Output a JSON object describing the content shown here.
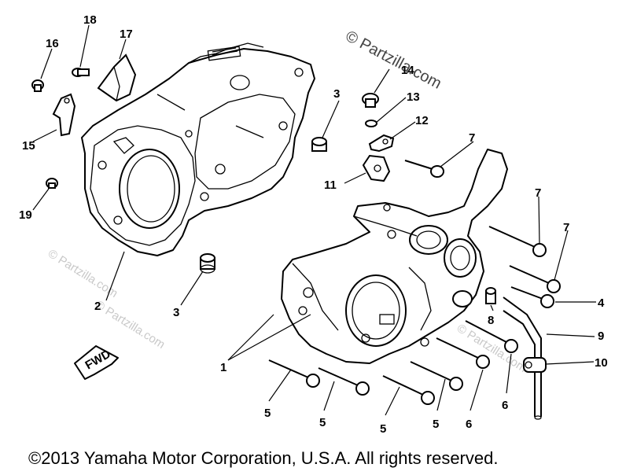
{
  "watermark_main": "© Partzilla.com",
  "watermark_faint": "© Partzilla.com",
  "fwd_label": "FWD",
  "copyright": "©2013  Yamaha Motor Corporation, U.S.A. All rights reserved.",
  "callouts": {
    "c1": "1",
    "c2": "2",
    "c3a": "3",
    "c3b": "3",
    "c4": "4",
    "c5a": "5",
    "c5b": "5",
    "c5c": "5",
    "c5d": "5",
    "c6a": "6",
    "c6b": "6",
    "c7a": "7",
    "c7b": "7",
    "c7c": "7",
    "c8": "8",
    "c9": "9",
    "c10": "10",
    "c11": "11",
    "c12": "12",
    "c13": "13",
    "c14": "14",
    "c15": "15",
    "c16": "16",
    "c17": "17",
    "c18": "18",
    "c19": "19"
  }
}
